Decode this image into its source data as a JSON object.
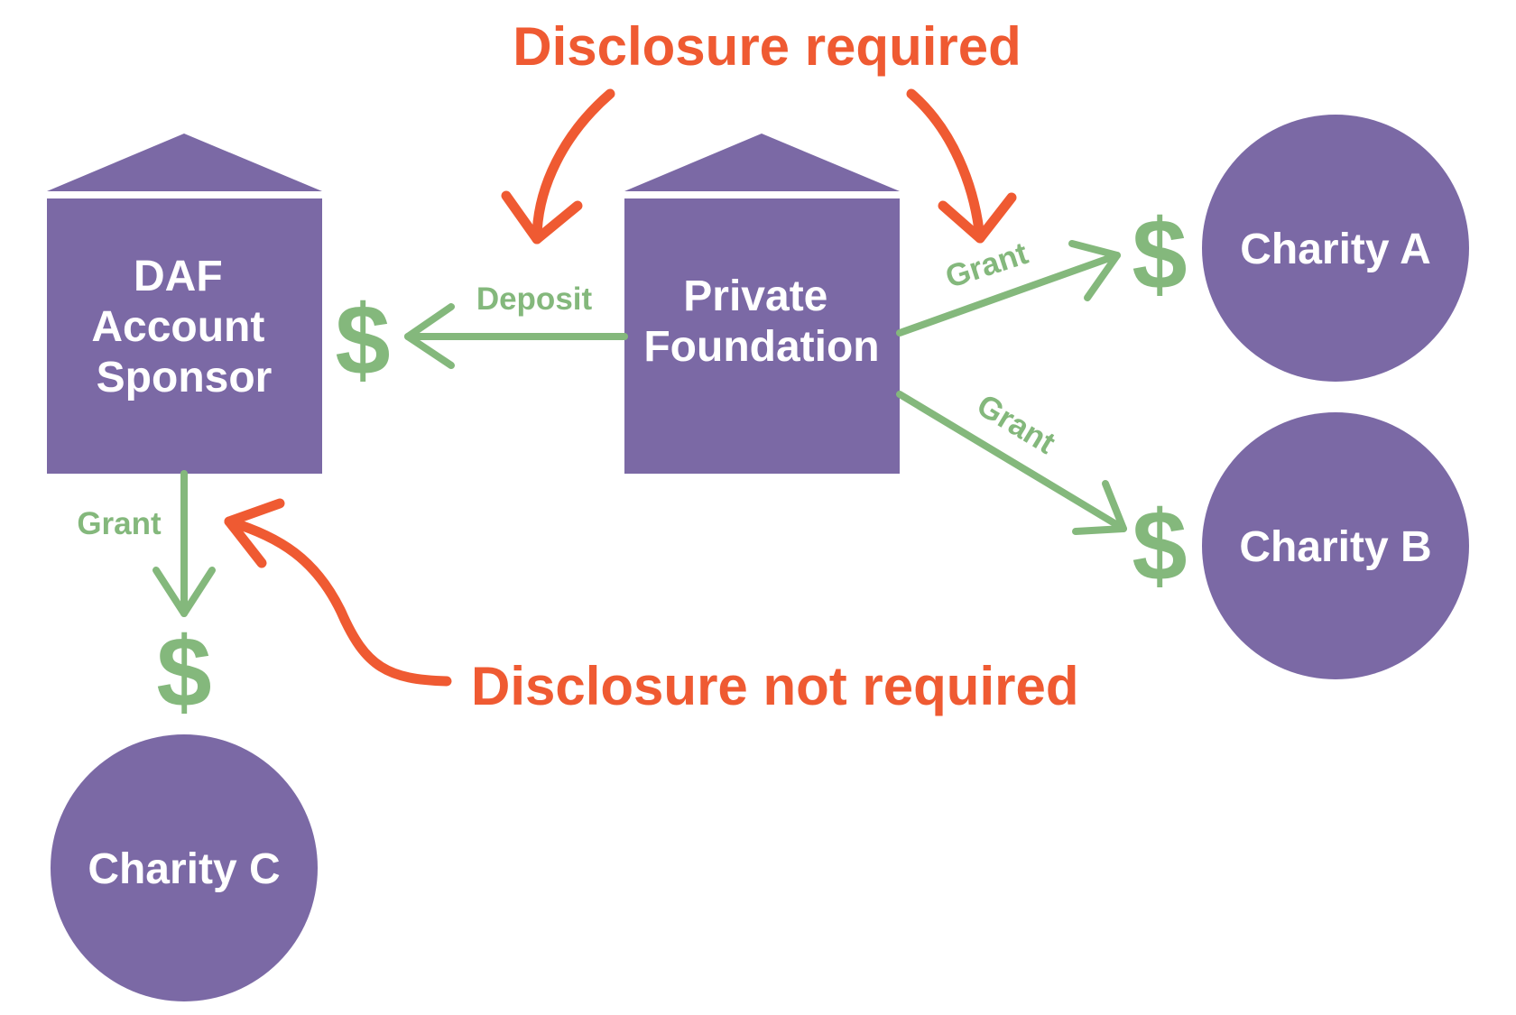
{
  "colors": {
    "node": "#7b69a5",
    "flow": "#84b87c",
    "note": "#ef5a32",
    "background": "#ffffff"
  },
  "nodes": {
    "daf_sponsor": {
      "lines": [
        "DAF",
        "Account",
        "Sponsor"
      ],
      "shape": "building"
    },
    "private_foundation": {
      "lines": [
        "Private",
        "Foundation"
      ],
      "shape": "building"
    },
    "charity_a": {
      "label": "Charity A",
      "shape": "circle"
    },
    "charity_b": {
      "label": "Charity B",
      "shape": "circle"
    },
    "charity_c": {
      "label": "Charity C",
      "shape": "circle"
    }
  },
  "flows": {
    "deposit": {
      "label": "Deposit",
      "from": "Private Foundation",
      "to": "DAF Account Sponsor",
      "icon": "dollar-icon",
      "symbol": "$"
    },
    "grant_a": {
      "label": "Grant",
      "from": "Private Foundation",
      "to": "Charity A",
      "icon": "dollar-icon",
      "symbol": "$"
    },
    "grant_b": {
      "label": "Grant",
      "from": "Private Foundation",
      "to": "Charity B",
      "icon": "dollar-icon",
      "symbol": "$"
    },
    "grant_c": {
      "label": "Grant",
      "from": "DAF Account Sponsor",
      "to": "Charity C",
      "icon": "dollar-icon",
      "symbol": "$"
    }
  },
  "notes": {
    "required": {
      "label": "Disclosure required",
      "points_to": [
        "deposit",
        "grant_a"
      ]
    },
    "not_required": {
      "label": "Disclosure not required",
      "points_to": [
        "grant_c"
      ]
    }
  }
}
